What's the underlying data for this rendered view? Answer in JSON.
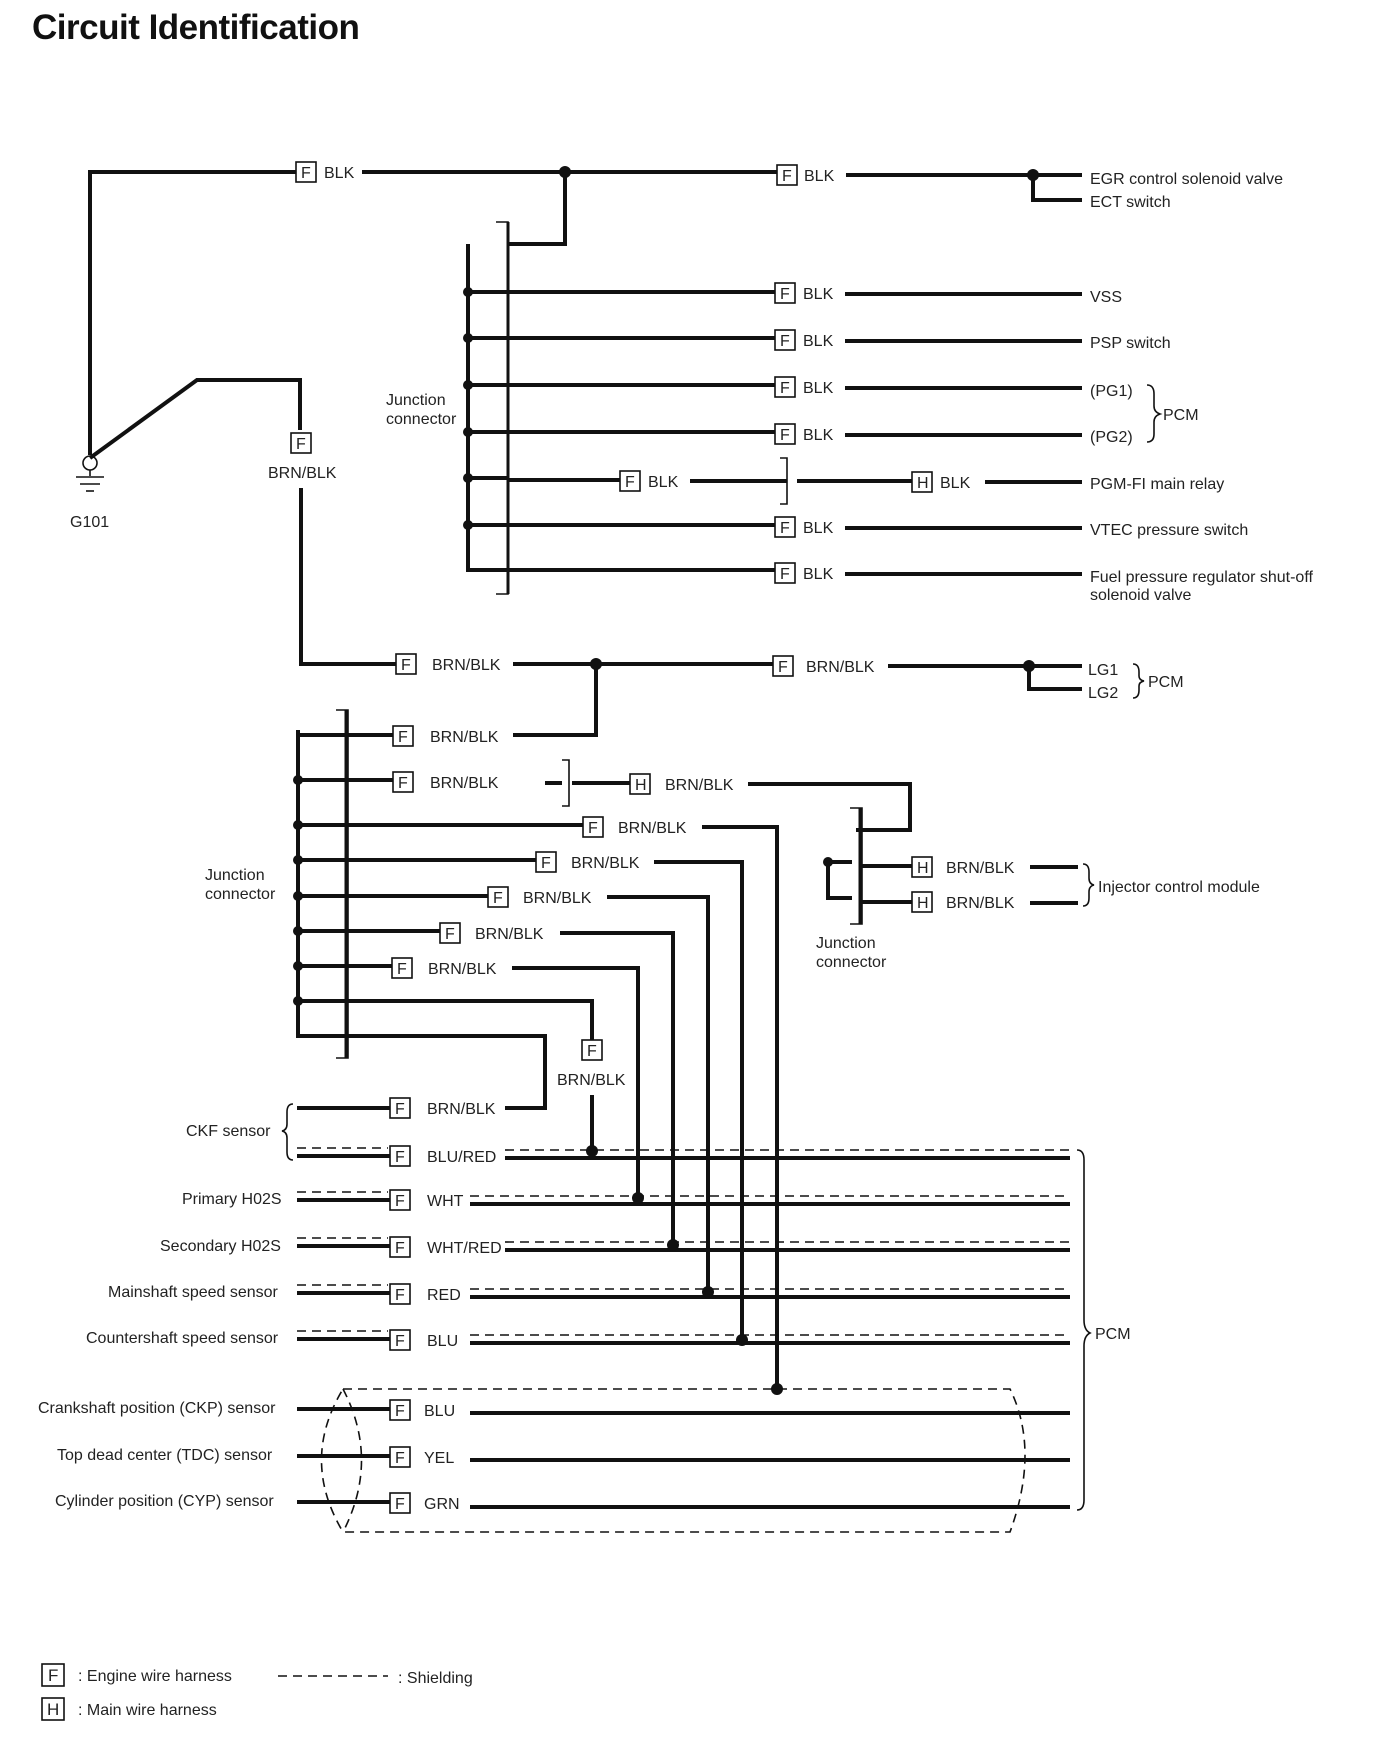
{
  "title": "Circuit Identification",
  "harness_letters": {
    "engine": "F",
    "main": "H"
  },
  "ground": {
    "name": "G101"
  },
  "wire_colors": {
    "blk": "BLK",
    "brn_blk": "BRN/BLK",
    "blu_red": "BLU/RED",
    "wht": "WHT",
    "wht_red": "WHT/RED",
    "red": "RED",
    "blu": "BLU",
    "yel": "YEL",
    "grn": "GRN"
  },
  "junction_connector_label": [
    "Junction",
    "connector"
  ],
  "pcm_label": "PCM",
  "top_outputs": {
    "egr": "EGR control solenoid valve",
    "ect": "ECT switch",
    "vss": "VSS",
    "psp": "PSP switch",
    "pg1": "(PG1)",
    "pg2": "(PG2)",
    "pgmfi": "PGM-FI main relay",
    "vtec": "VTEC pressure switch",
    "fuel_reg": [
      "Fuel pressure regulator shut-off",
      "solenoid valve"
    ]
  },
  "lg_outputs": {
    "lg1": "LG1",
    "lg2": "LG2"
  },
  "injector_module": "Injector control module",
  "sensors": {
    "ckf": "CKF sensor",
    "primary_ho2s": "Primary H02S",
    "secondary_ho2s": "Secondary H02S",
    "mainshaft": "Mainshaft speed sensor",
    "countershaft": "Countershaft speed sensor",
    "ckp": "Crankshaft position (CKP) sensor",
    "tdc": "Top dead center (TDC) sensor",
    "cyp": "Cylinder position (CYP) sensor"
  },
  "legend": {
    "engine": ": Engine wire harness",
    "main": ": Main wire harness",
    "shielding": ": Shielding"
  }
}
